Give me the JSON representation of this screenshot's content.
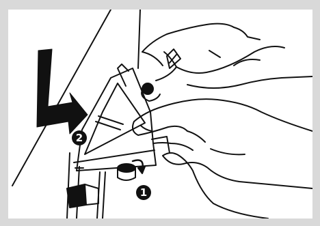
{
  "illustration": {
    "background_color": "#ffffff",
    "frame_color": "#d9d9d9",
    "line_color": "#111111",
    "callouts": [
      {
        "id": "step-1",
        "label": "1"
      },
      {
        "id": "step-2",
        "label": "2"
      }
    ],
    "icons": {
      "direction_arrow": "down-left-arrow-icon",
      "rotate_arrow": "rotate-clockwise-icon"
    }
  }
}
